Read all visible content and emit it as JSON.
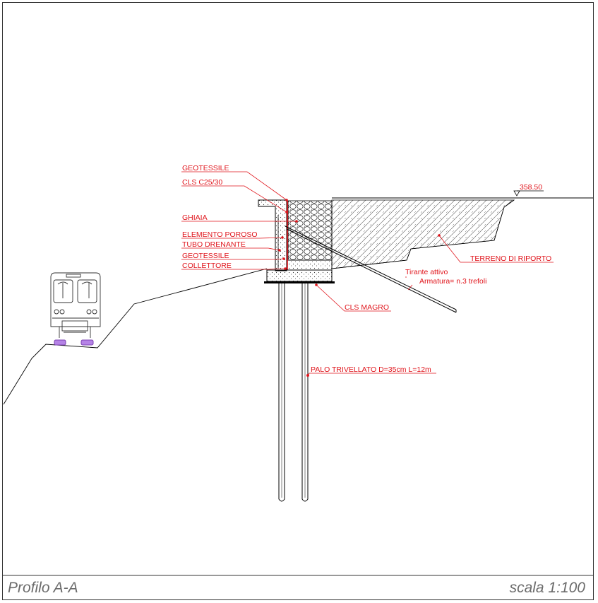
{
  "drawing": {
    "labels": {
      "geotessile_top": "GEOTESSILE",
      "cls": "CLS C25/30",
      "ghiaia": "GHIAIA",
      "elemento_poroso": "ELEMENTO POROSO",
      "tubo_drenante": "TUBO DRENANTE",
      "geotessile_bottom": "GEOTESSILE",
      "collettore": "COLLETTORE",
      "cls_magro": "CLS MAGRO",
      "palo": "PALO TRIVELLATO D=35cm L=12m",
      "tirante": "Tirante attivo",
      "armatura": "Armatura= n.3 trefoli",
      "terreno": "TERRENO DI RIPORTO",
      "quota": "358.50"
    }
  },
  "footer": {
    "title": "Profilo A-A",
    "scale": "scala 1:100"
  },
  "colors": {
    "annotation": "#e0141b",
    "line": "#000000",
    "rail": "#7a3fb0",
    "footer_text": "#6b6b6b"
  }
}
